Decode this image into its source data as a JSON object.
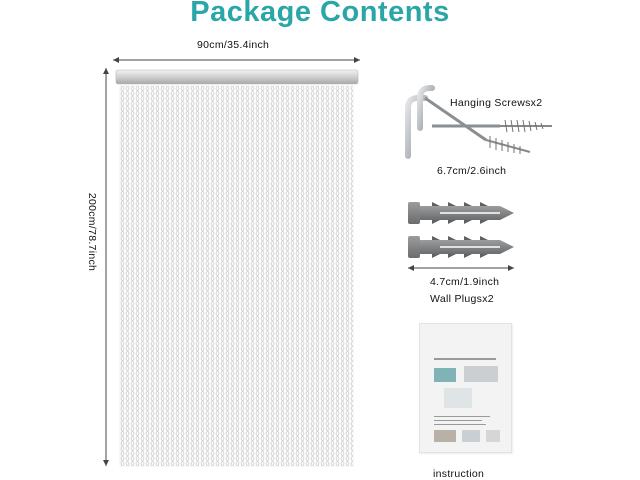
{
  "title": "Package Contents",
  "colors": {
    "title": "#2aa6a8",
    "curtain": "#c8c8c8",
    "hooks": "#9ea3a7",
    "plugs": "#7c7e80",
    "dimension_line": "#444444"
  },
  "curtain": {
    "width_label": "90cm/35.4inch",
    "height_label": "200cm/78.7inch"
  },
  "items": [
    {
      "name": "Hanging Screwsx2",
      "size_label": "6.7cm/2.6inch",
      "icon": "l-hook-screw-icon"
    },
    {
      "name": "Wall Plugsx2",
      "size_label": "4.7cm/1.9inch",
      "icon": "wall-plug-icon"
    },
    {
      "name": "instruction",
      "icon": "instruction-sheet-icon"
    }
  ]
}
